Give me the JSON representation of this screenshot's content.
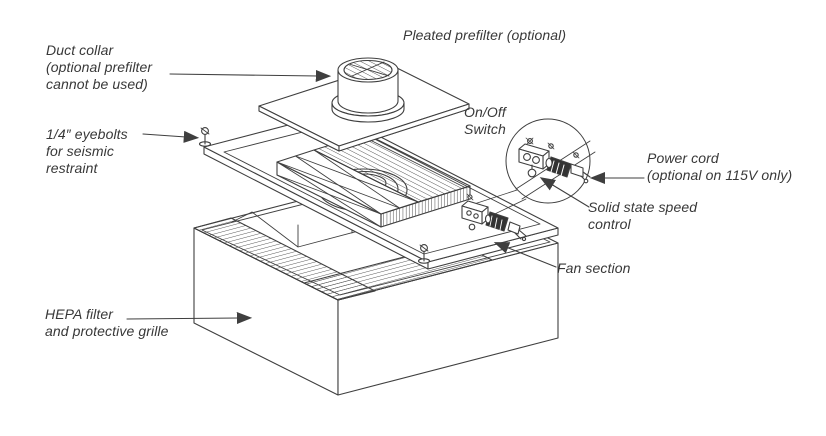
{
  "diagram": {
    "background": "#ffffff",
    "line_color": "#3f3f3f",
    "text_color": "#383838",
    "labels": {
      "duct_collar": "Duct collar\n(optional prefilter\ncannot be used)",
      "eyebolts": "1/4″ eyebolts\nfor seismic\nrestraint",
      "pleated_prefilter": "Pleated prefilter (optional)",
      "on_off_switch": "On/Off\nSwitch",
      "power_cord": "Power cord\n(optional on 115V only)",
      "speed_control": "Solid state speed\ncontrol",
      "fan_section": "Fan section",
      "hepa_filter": "HEPA filter\nand protective grille"
    }
  }
}
